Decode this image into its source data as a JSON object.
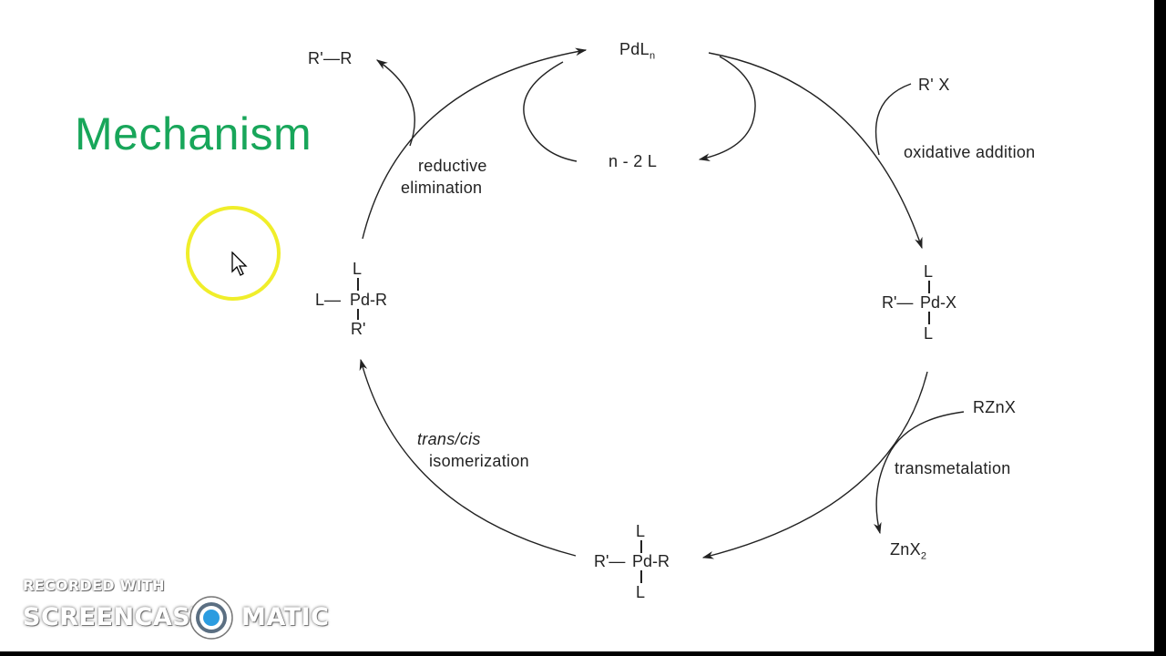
{
  "slide": {
    "title": "Mechanism",
    "catalyst": {
      "main": "PdL",
      "sub": "n"
    },
    "ligand_loss": "n - 2 L",
    "reductive_elimination": {
      "line1": "reductive",
      "line2": "elimination"
    },
    "product": "R'—R",
    "reagent_rx": "R' X",
    "oxidative_addition": "oxidative addition",
    "complex_right": {
      "top": "L",
      "left": "R'—",
      "center": "Pd",
      "right": "-X",
      "bottom": "L"
    },
    "reagent_rznx": "RZnX",
    "transmetalation": "transmetalation",
    "byproduct": {
      "main": "ZnX",
      "sub": "2"
    },
    "complex_bottom": {
      "top": "L",
      "left": "R'—",
      "center": "Pd",
      "right": "-R",
      "bottom": "L"
    },
    "isomerization": {
      "line1": "trans/cis",
      "line2": "isomerization"
    },
    "complex_left": {
      "top": "L",
      "left": "L—",
      "center": "Pd",
      "right": "-R",
      "bottom": "R'"
    }
  },
  "watermark": {
    "line1": "RECORDED WITH",
    "left": "SCREENCAST",
    "right": "MATIC"
  },
  "colors": {
    "title": "#18a65a",
    "highlight": "#f0ee2a",
    "ink": "#222222"
  },
  "icons": {
    "cursor": "arrow-cursor-icon",
    "logo": "screencast-o-matic-logo-icon"
  }
}
